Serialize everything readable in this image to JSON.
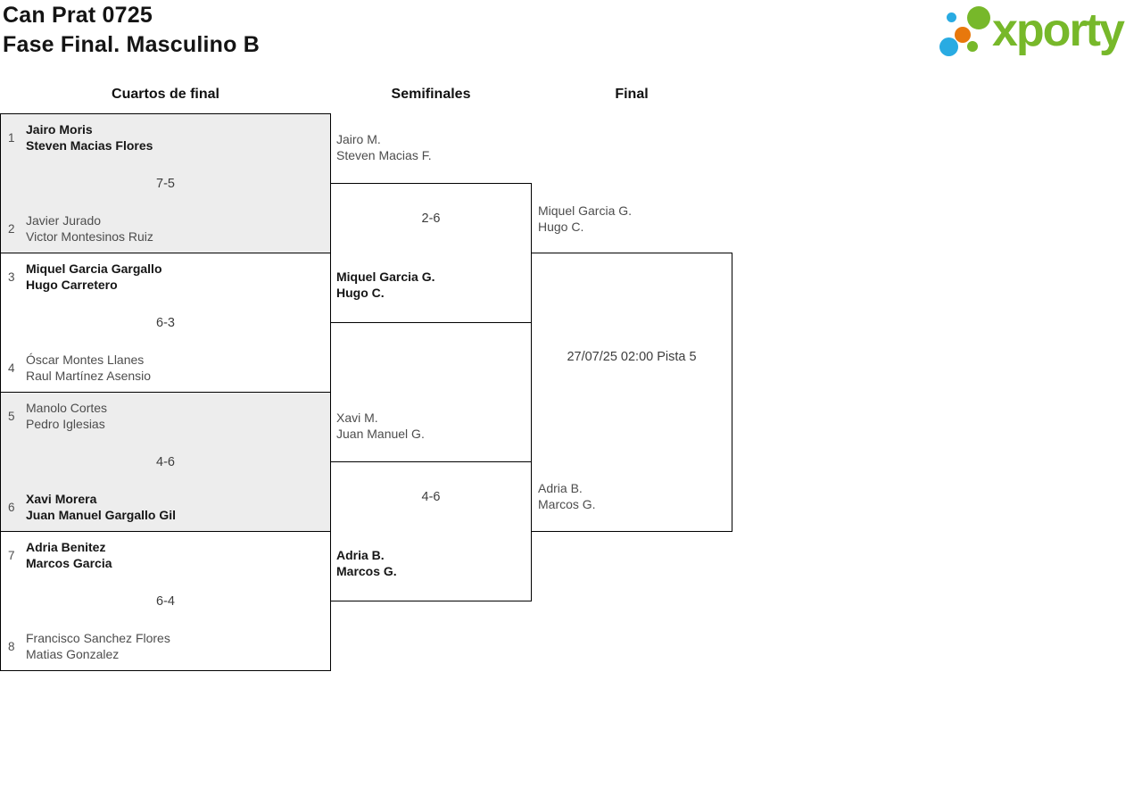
{
  "page": {
    "title_line1": "Can Prat 0725",
    "title_line2": "Fase Final. Masculino B"
  },
  "logo": {
    "wordmark": "xporty"
  },
  "round_headers": {
    "quarterfinals": "Cuartos de final",
    "semifinals": "Semifinales",
    "final": "Final"
  },
  "quarterfinals": [
    {
      "seed_top": "1",
      "top_player1": "Jairo Moris",
      "top_player2": "Steven Macias Flores",
      "score": "7-5",
      "seed_bottom": "2",
      "bottom_player1": "Javier Jurado",
      "bottom_player2": "Victor Montesinos Ruiz"
    },
    {
      "seed_top": "3",
      "top_player1": "Miquel Garcia Gargallo",
      "top_player2": "Hugo Carretero",
      "score": "6-3",
      "seed_bottom": "4",
      "bottom_player1": "Óscar Montes Llanes",
      "bottom_player2": "Raul Martínez Asensio"
    },
    {
      "seed_top": "5",
      "top_player1": "Manolo Cortes",
      "top_player2": "Pedro Iglesias",
      "score": "4-6",
      "seed_bottom": "6",
      "bottom_player1": "Xavi Morera",
      "bottom_player2": "Juan Manuel Gargallo Gil"
    },
    {
      "seed_top": "7",
      "top_player1": "Adria Benitez",
      "top_player2": "Marcos Garcia",
      "score": "6-4",
      "seed_bottom": "8",
      "bottom_player1": "Francisco Sanchez Flores",
      "bottom_player2": "Matias Gonzalez"
    }
  ],
  "semifinals": [
    {
      "top_player1": "Jairo M.",
      "top_player2": "Steven Macias F.",
      "score": "2-6",
      "winner_player1": "Miquel Garcia G.",
      "winner_player2": "Hugo C."
    },
    {
      "top_player1": "Xavi M.",
      "top_player2": "Juan Manuel G.",
      "score": "4-6",
      "winner_player1": "Adria B.",
      "winner_player2": "Marcos G."
    }
  ],
  "final": {
    "top_player1": "Miquel Garcia G.",
    "top_player2": "Hugo C.",
    "schedule": "27/07/25 02:00 Pista 5",
    "bottom_player1": "Adria B.",
    "bottom_player2": "Marcos G."
  },
  "colors": {
    "brand_green": "#77B82A",
    "brand_blue": "#29ABE2",
    "brand_orange": "#E8780C",
    "shaded_match_bg": "#EDEDED",
    "winner_text": "#161616",
    "secondary_text": "#4d4d4d",
    "border": "#000000"
  }
}
